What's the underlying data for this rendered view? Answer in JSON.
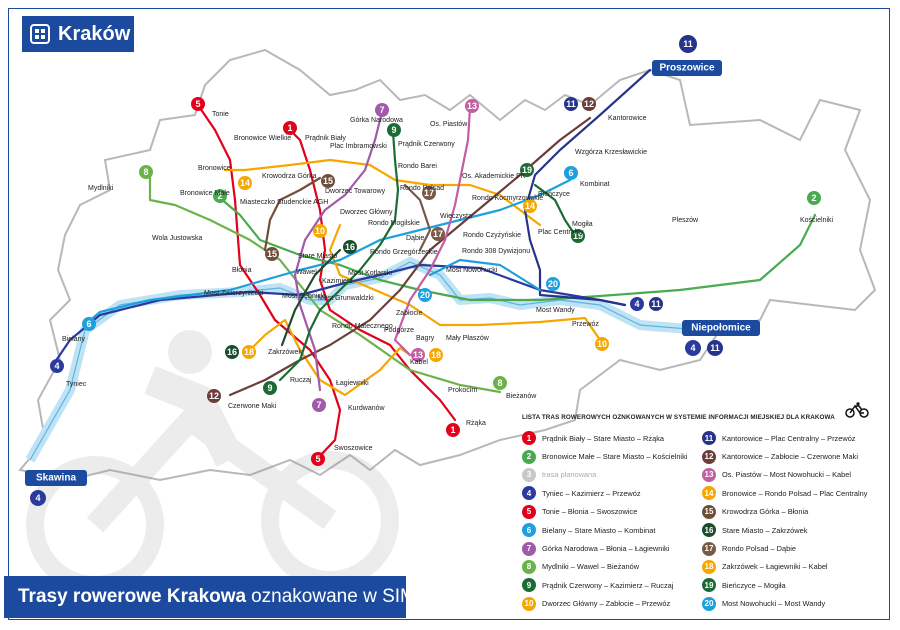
{
  "header": {
    "city": "Kraków"
  },
  "footer": {
    "title_bold": "Trasy rowerowe Krakowa",
    "title_rest": "oznakowane w SIM"
  },
  "legend": {
    "title": "LISTA TRAS ROWEROWYCH OZNKOWANYCH W SYSTEMIE INFORMACJI MIEJSKIEJ DLA KRAKOWA",
    "routes": [
      {
        "num": "1",
        "color": "#e2001a",
        "name": "Prądnik Biały – Stare Miasto – Rżąka"
      },
      {
        "num": "2",
        "color": "#4aaa4e",
        "name": "Bronowice Małe – Stare Miasto – Kościelniki"
      },
      {
        "num": "3",
        "color": "#c8c8c8",
        "name": "trasa planowana",
        "planned": true
      },
      {
        "num": "4",
        "color": "#2b3a9e",
        "name": "Tyniec – Kazimierz – Przewóz"
      },
      {
        "num": "5",
        "color": "#e2001a",
        "name": "Tonie – Błonia – Swoszowice"
      },
      {
        "num": "6",
        "color": "#1ea0dc",
        "name": "Bielany – Stare Miasto – Kombinat"
      },
      {
        "num": "7",
        "color": "#a05aaa",
        "name": "Górka Narodowa – Błonia – Łagiewniki"
      },
      {
        "num": "8",
        "color": "#6cb24a",
        "name": "Mydlniki – Wawel – Bieżanów"
      },
      {
        "num": "9",
        "color": "#1d6b34",
        "name": "Prądnik Czerwony – Kazimierz – Ruczaj"
      },
      {
        "num": "10",
        "color": "#f7a600",
        "name": "Dworzec Główny – Zabłocie – Przewóz"
      },
      {
        "num": "11",
        "color": "#27348b",
        "name": "Kantorowice – Plac Centralny – Przewóz"
      },
      {
        "num": "12",
        "color": "#6b3e3a",
        "name": "Kantorowice – Zabłocie – Czerwone Maki"
      },
      {
        "num": "13",
        "color": "#c25ea2",
        "name": "Os. Piastów – Most Nowohucki – Kabel"
      },
      {
        "num": "14",
        "color": "#f7a600",
        "name": "Bronowice – Rondo Polsad – Plac Centralny"
      },
      {
        "num": "15",
        "color": "#6e4f3a",
        "name": "Krowodrza Górka – Błonia"
      },
      {
        "num": "16",
        "color": "#1b4d2e",
        "name": "Stare Miasto – Zakrzówek"
      },
      {
        "num": "17",
        "color": "#7a5a46",
        "name": "Rondo Polsad – Dąbie"
      },
      {
        "num": "18",
        "color": "#f7a600",
        "name": "Zakrzówek – Łagiewniki – Kabel"
      },
      {
        "num": "19",
        "color": "#1d6b34",
        "name": "Bieńczyce – Mogiła"
      },
      {
        "num": "20",
        "color": "#1ea0dc",
        "name": "Most Nowohucki – Most Wandy"
      }
    ]
  },
  "terminals": [
    {
      "name": "Proszowice",
      "badges": [
        "11"
      ]
    },
    {
      "name": "Niepołomice",
      "badges": [
        "4",
        "11"
      ]
    },
    {
      "name": "Skawina",
      "badges": [
        "4"
      ]
    }
  ],
  "stations": [
    "Tonie",
    "Bronowice Wielkie",
    "Prądnik Biały",
    "Górka Narodowa",
    "Os. Piastów",
    "Prądnik Czerwony",
    "Plac Imbramowski",
    "Rondo Barei",
    "Bronowice",
    "Krowodrza Górka",
    "Mydlniki",
    "Bronowice Małe",
    "Miasteczko Studenckie AGH",
    "Dworzec Towarowy",
    "Dworzec Główny",
    "Rondo Mogilskie",
    "Rondo Polsad",
    "Os. Akademickie PK",
    "Rondo Kocmyrzowskie",
    "Kantorowice",
    "Wzgórza Krzesławickie",
    "Kombinat",
    "Bieńczyce",
    "Mogiła",
    "Plac Centralny",
    "Pleszów",
    "Kościelniki",
    "Wola Justowska",
    "Wieczysta",
    "Dąbie",
    "Rondo Czyżyńskie",
    "Rondo 308 Dywizjonu",
    "Most Nowohucki",
    "Rondo Grzegórzeckie",
    "Stare Miasto",
    "Błonia",
    "Wawel",
    "Kazimierz",
    "Most Kotlarski",
    "Most Zwierzyniecki",
    "Most Dębnicki",
    "Most Grunwaldzki",
    "Zabłocie",
    "Most Wandy",
    "Przewóz",
    "Bielany",
    "Tyniec",
    "Rondo Matecznego",
    "Podgórze",
    "Bagry",
    "Mały Płaszów",
    "Zakrzówek",
    "Ruczaj",
    "Łagiewniki",
    "Czerwone Maki",
    "Kurdwanów",
    "Kabel",
    "Prokocim",
    "Bieżanów",
    "Rżąka",
    "Swoszowice"
  ]
}
